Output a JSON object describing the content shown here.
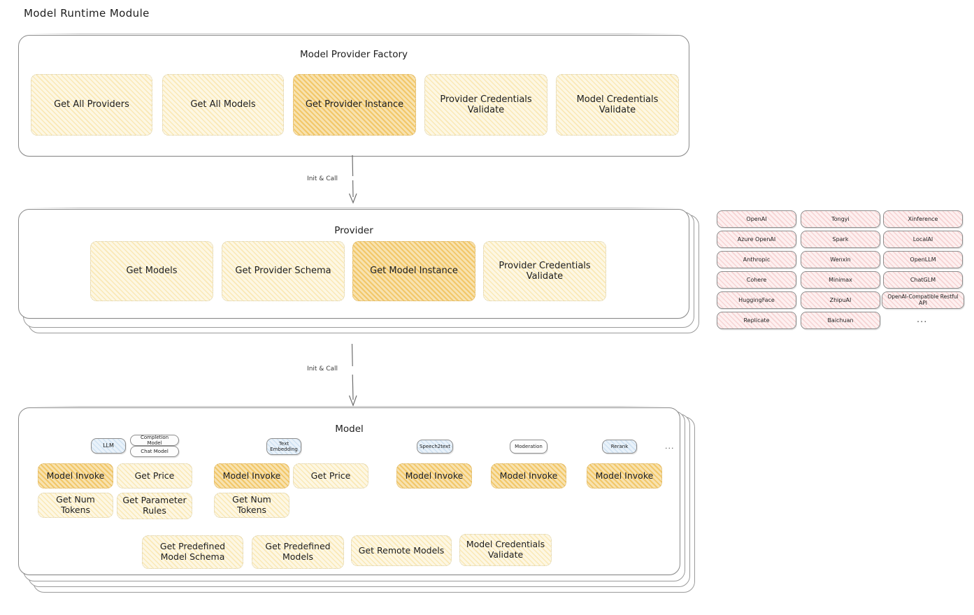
{
  "page": {
    "title": "Model Runtime Module"
  },
  "factory": {
    "title": "Model Provider Factory",
    "nodes": [
      {
        "label": "Get All Providers",
        "state": "normal"
      },
      {
        "label": "Get All Models",
        "state": "normal"
      },
      {
        "label": "Get Provider Instance",
        "state": "highlighted"
      },
      {
        "label": "Provider Credentials Validate",
        "state": "normal"
      },
      {
        "label": "Model Credentials Validate",
        "state": "normal"
      }
    ]
  },
  "arrow1": {
    "label": "Init & Call"
  },
  "provider": {
    "title": "Provider",
    "nodes": [
      {
        "label": "Get Models",
        "state": "normal"
      },
      {
        "label": "Get Provider Schema",
        "state": "normal"
      },
      {
        "label": "Get Model Instance",
        "state": "highlighted"
      },
      {
        "label": "Provider Credentials Validate",
        "state": "normal"
      }
    ]
  },
  "arrow2": {
    "label": "Init & Call"
  },
  "provider_list": {
    "columns": [
      {
        "items": [
          "OpenAI",
          "Azure OpenAI",
          "Anthropic",
          "Cohere",
          "HuggingFace",
          "Replicate"
        ]
      },
      {
        "items": [
          "Tongyi",
          "Spark",
          "Wenxin",
          "Minimax",
          "ZhipuAI",
          "Baichuan"
        ]
      },
      {
        "items": [
          "Xinference",
          "LocalAI",
          "OpenLLM",
          "ChatGLM",
          "OpenAI-Compatible Restful API"
        ]
      }
    ],
    "more": "..."
  },
  "model": {
    "title": "Model",
    "more": "...",
    "groups": [
      {
        "type": "LLM",
        "subtypes": [
          "Completion Model",
          "Chat Model"
        ],
        "methods": [
          {
            "label": "Model Invoke",
            "state": "highlighted"
          },
          {
            "label": "Get Price",
            "state": "normal"
          },
          {
            "label": "Get Num Tokens",
            "state": "normal"
          },
          {
            "label": "Get Parameter Rules",
            "state": "normal"
          }
        ]
      },
      {
        "type": "Text Embedding",
        "subtypes": [],
        "methods": [
          {
            "label": "Model Invoke",
            "state": "highlighted"
          },
          {
            "label": "Get Price",
            "state": "normal"
          },
          {
            "label": "Get Num Tokens",
            "state": "normal"
          }
        ]
      },
      {
        "type": "Speech2text",
        "subtypes": [],
        "methods": [
          {
            "label": "Model Invoke",
            "state": "highlighted"
          }
        ]
      },
      {
        "type": "Moderation",
        "subtypes": [],
        "methods": [
          {
            "label": "Model Invoke",
            "state": "highlighted"
          }
        ]
      },
      {
        "type": "Rerank",
        "subtypes": [],
        "methods": [
          {
            "label": "Model Invoke",
            "state": "highlighted"
          }
        ]
      }
    ],
    "shared": [
      "Get Predefined Model Schema",
      "Get Predefined Models",
      "Get Remote Models",
      "Model Credentials Validate"
    ]
  },
  "colors": {
    "node_fill": "#fdf7e3",
    "node_highlight_fill": "#f7dfa8",
    "provider_chip_fill": "#fdf0f0",
    "model_type_fill": "#e9f2fa",
    "stroke": "#8a8a8a"
  }
}
